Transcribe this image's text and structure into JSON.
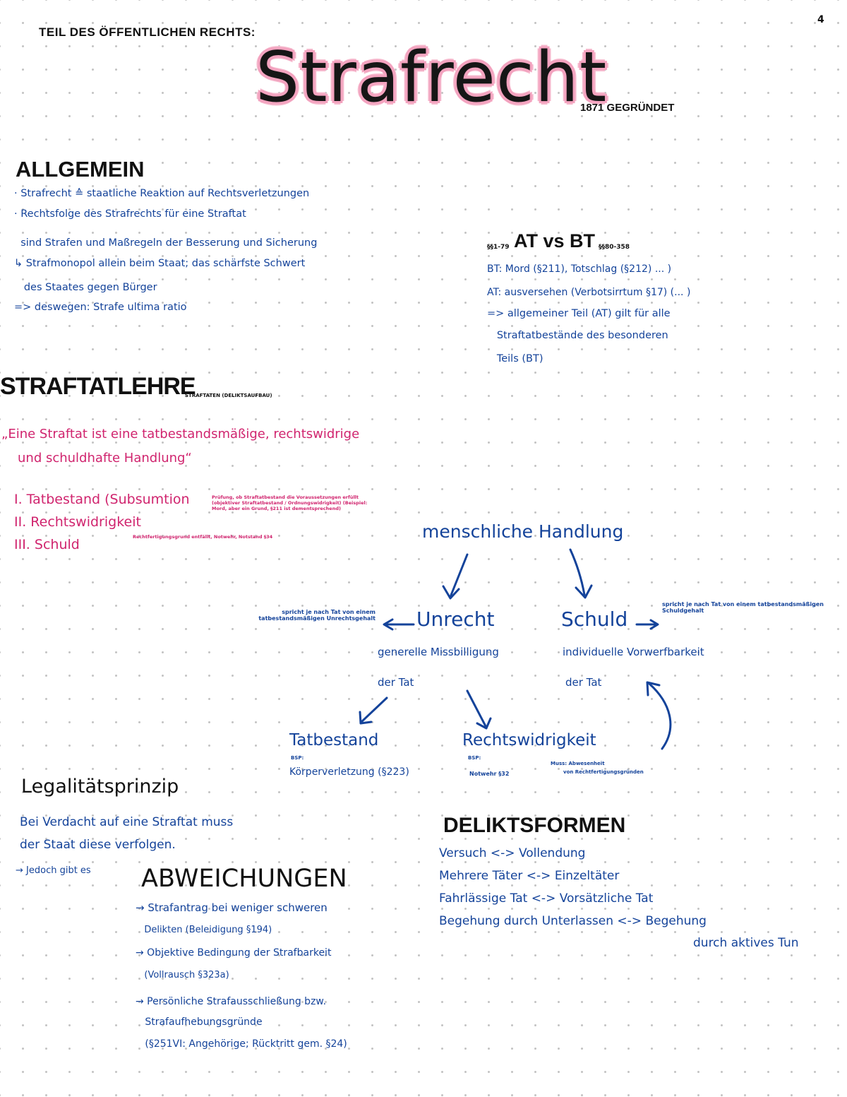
{
  "page_number": "4",
  "header": {
    "subtitle": "TEIL DES ÖFFENTLICHEN RECHTS:",
    "title": "Strafrecht",
    "founded": "1871 GEGRÜNDET"
  },
  "allgemein": {
    "heading": "ALLGEMEIN",
    "lines": [
      "· Strafrecht ≙ staatliche Reaktion auf Rechtsverletzungen",
      "· Rechtsfolge des Strafrechts für eine Straftat",
      "  sind Strafen und Maßregeln der Besserung und Sicherung",
      "↳ Strafmonopol allein beim Staat; das schärfste Schwert",
      "   des Staates gegen Bürger",
      "=> deswegen: Strafe ultima ratio"
    ]
  },
  "at_bt": {
    "prefix": "§§1-79",
    "heading": "AT vs BT",
    "suffix": "§§80-358",
    "lines": [
      "BT: Mord (§211), Totschlag (§212) ... )",
      "AT: ausversehen (Verbotsirrtum §17) (... )",
      "=> allgemeiner Teil (AT) gilt für alle",
      "   Straftatbestände des besonderen",
      "   Teils (BT)"
    ]
  },
  "straftatlehre": {
    "heading": "STRAFTATLEHRE",
    "subheading": "STRAFTATEN (DELIKTSAUFBAU)",
    "quote_line1": "„Eine Straftat ist eine tatbestandsmäßige, rechtswidrige",
    "quote_line2": "und schuldhafte Handlung“",
    "items": [
      {
        "label": "I. Tatbestand (Subsumtion",
        "note": "Prüfung, ob Straftatbestand die Voraussetzungen erfüllt (objektiver Straftatbestand / Ordnungswidrigkeit) (Beispiel: Mord, aber ein Grund, §211 ist dementsprechend)"
      },
      {
        "label": "II. Rechtswidrigkeit",
        "note": ""
      },
      {
        "label": "III. Schuld",
        "note": "Rechtfertigungsgrund entfällt, Notwehr, Notstand §34"
      }
    ]
  },
  "diagram": {
    "root": "menschliche Handlung",
    "unrecht": "Unrecht",
    "unrecht_note": "spricht je nach Tat von einem tatbestandsmäßigen Unrechtsgehalt",
    "unrecht_desc1": "generelle Missbilligung",
    "unrecht_desc2": "der Tat",
    "schuld": "Schuld",
    "schuld_note": "spricht je nach Tat von einem tatbestandsmäßigen Schuldgehalt",
    "schuld_desc1": "individuelle Vorwerfbarkeit",
    "schuld_desc2": "der Tat",
    "tatbestand": "Tatbestand",
    "tatbestand_bsp": "BSP:",
    "tatbestand_example": "Körperverletzung (§223)",
    "rechtswidrigkeit": "Rechtswidrigkeit",
    "rw_bsp": "BSP:",
    "rw_example": "Notwehr §32",
    "rw_note1": "Muss: Abwesenheit",
    "rw_note2": "von Rechtfertigungsgründen"
  },
  "legalitaet": {
    "heading": "Legalitätsprinzip",
    "line1": "Bei Verdacht auf eine Straftat muss",
    "line2": "der Staat diese verfolgen.",
    "line3": "→ Jedoch gibt es",
    "abweichungen_heading": "ABWEICHUNGEN",
    "items": [
      "→ Strafantrag bei weniger schweren",
      "   Delikten (Beleidigung §194)",
      "→ Objektive Bedingung der Strafbarkeit",
      "   (Vollrausch §323a)",
      "→ Persönliche Strafausschließung bzw.",
      "   Strafaufhebungsgründe",
      "   (§251VI: Angehörige; Rücktritt gem. §24)"
    ]
  },
  "deliktsformen": {
    "heading": "DELIKTSFORMEN",
    "lines": [
      "Versuch <-> Vollendung",
      "Mehrere Täter <-> Einzeltäter",
      "Fahrlässige Tat <-> Vorsätzliche Tat",
      "Begehung durch Unterlassen <-> Begehung",
      "durch aktives Tun"
    ]
  },
  "colors": {
    "blue_ink": "#14439a",
    "pink_ink": "#d0246e",
    "highlight": "#f3a3bf",
    "black_ink": "#111111"
  }
}
